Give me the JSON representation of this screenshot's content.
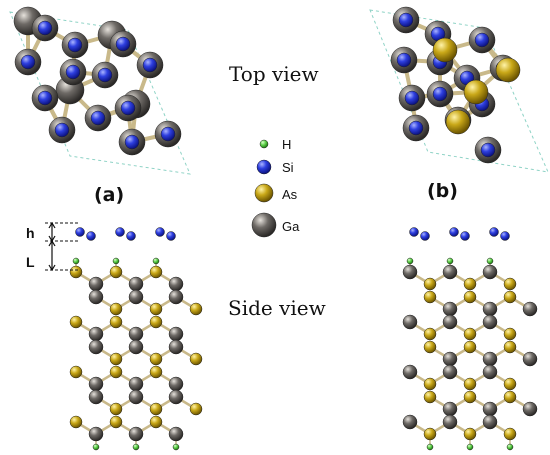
{
  "labels": {
    "top_view": "Top view",
    "side_view": "Side view",
    "panel_a": "(a)",
    "panel_b": "(b)",
    "dim_h": "h",
    "dim_L": "L"
  },
  "legend": [
    {
      "symbol": "H",
      "color": "#5ecf4a",
      "icon": "hydrogen-atom-icon"
    },
    {
      "symbol": "Si",
      "color": "#2e3fe0",
      "icon": "silicon-atom-icon"
    },
    {
      "symbol": "As",
      "color": "#c9a818",
      "icon": "arsenic-atom-icon"
    },
    {
      "symbol": "Ga",
      "color": "#6e6a66",
      "icon": "gallium-atom-icon"
    }
  ],
  "colors": {
    "H": "#5ecf4a",
    "Si": "#2e3fe0",
    "As": "#c9a818",
    "Ga": "#6e6a66",
    "bond": "#c9b98a",
    "cell": "#8fd3c6"
  }
}
